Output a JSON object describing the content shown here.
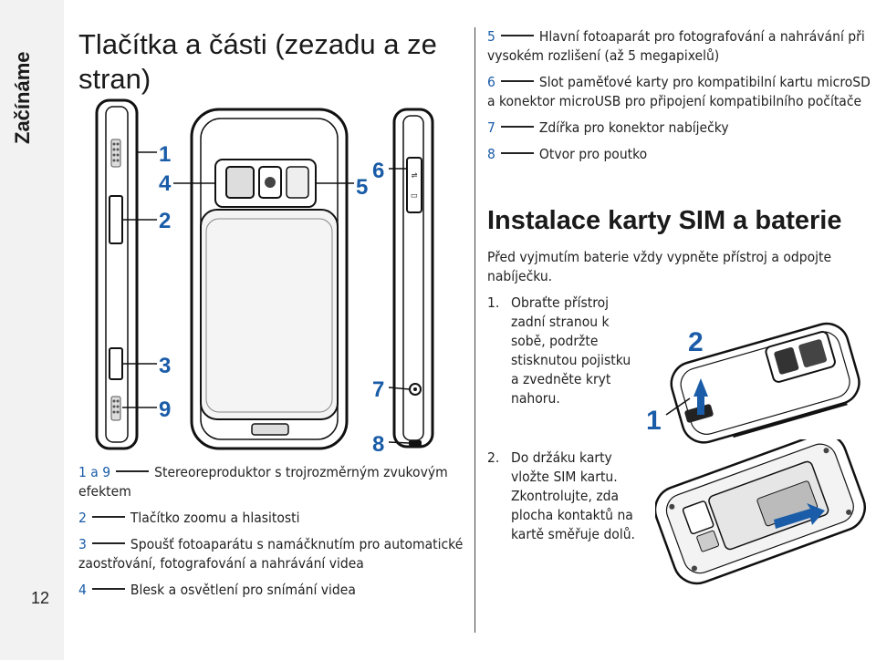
{
  "section_tab": "Začínáme",
  "page_number": "12",
  "heading": "Tlačítka a části (zezadu a ze stran)",
  "figure_left": {
    "callouts": [
      "1",
      "4",
      "2",
      "3",
      "9",
      "6",
      "5",
      "7",
      "8"
    ]
  },
  "legend_left": [
    {
      "num": "1 a 9",
      "text": "Stereoreproduktor s trojrozměrným zvukovým efektem"
    },
    {
      "num": "2",
      "text": "Tlačítko zoomu a hlasitosti"
    },
    {
      "num": "3",
      "text": "Spoušť fotoaparátu s namáčknutím pro automatické zaostřování, fotografování a nahrávání videa"
    },
    {
      "num": "4",
      "text": "Blesk a osvětlení pro snímání videa"
    }
  ],
  "legend_right": [
    {
      "num": "5",
      "text": "Hlavní fotoaparát pro fotografování a nahrávání při vysokém rozlišení (až 5 megapixelů)"
    },
    {
      "num": "6",
      "text": "Slot paměťové karty pro kompatibilní kartu microSD a konektor microUSB pro připojení kompatibilního počítače"
    },
    {
      "num": "7",
      "text": "Zdířka pro konektor nabíječky"
    },
    {
      "num": "8",
      "text": "Otvor pro poutko"
    }
  ],
  "section_heading": "Instalace karty SIM a baterie",
  "intro": "Před vyjmutím baterie vždy vypněte přístroj a odpojte nabíječku.",
  "steps": [
    {
      "num": "1.",
      "text": "Obraťte přístroj zadní stranou k sobě, podržte stisknutou pojistku a zvedněte kryt nahoru."
    },
    {
      "num": "2.",
      "text": "Do držáku karty vložte SIM kartu. Zkontrolujte, zda plocha kontaktů na kartě směřuje dolů."
    }
  ],
  "figure_right_1": {
    "callouts": [
      "2",
      "1"
    ]
  },
  "colors": {
    "callout": "#1a5ca8",
    "sidebar": "#f2f2f2"
  }
}
